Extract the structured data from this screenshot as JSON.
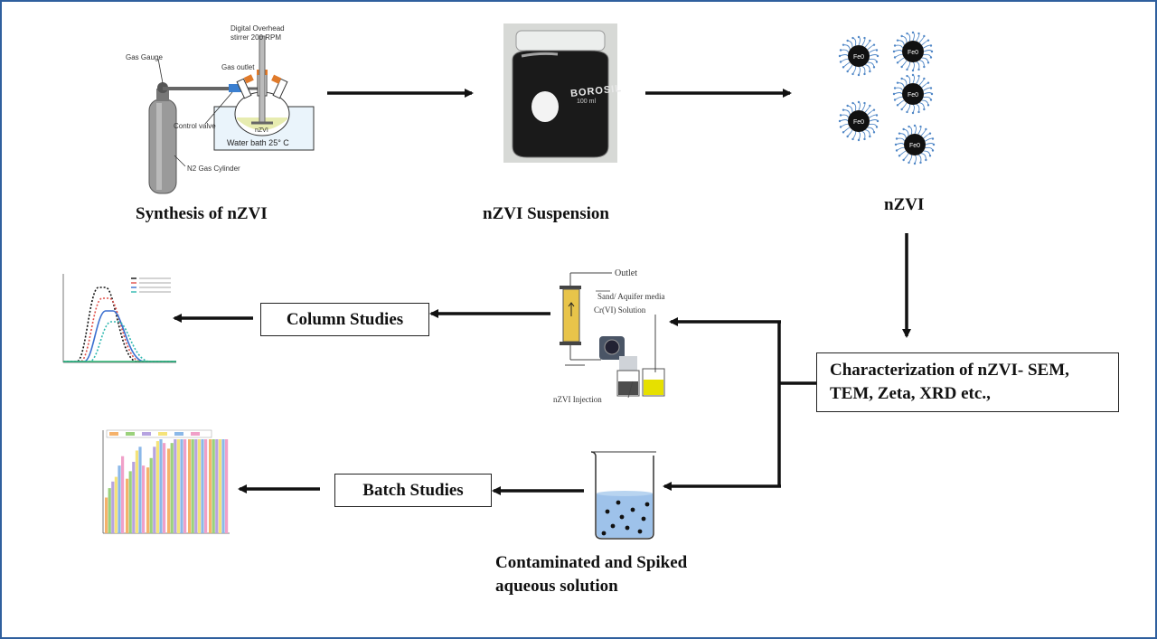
{
  "steps": {
    "synthesis": {
      "caption": "Synthesis of nZVI",
      "labels": {
        "gas_gauge": "Gas Gauge",
        "overhead": "Digital Overhead",
        "overhead_rpm": "stirrer 200 RPM",
        "gas_outlet": "Gas outlet",
        "control_valve": "Control valve",
        "nzvi": "nZVI",
        "water_bath": "Water bath 25° C",
        "cylinder": "N2 Gas Cylinder"
      }
    },
    "suspension": {
      "caption": "nZVI Suspension",
      "jar_label": "BOROSIL",
      "jar_sub": "100 ml"
    },
    "particles": {
      "caption": "nZVI",
      "particle_label": "Fe0"
    },
    "characterization": {
      "line1": "Characterization of nZVI- SEM,",
      "line2": "TEM, Zeta, XRD etc.,"
    },
    "column": {
      "caption": "Column Studies",
      "labels": {
        "outlet": "Outlet",
        "media": "Sand/ Aquifer media",
        "solution": "Cr(VI) Solution",
        "injection": "nZVI Injection"
      }
    },
    "batch": {
      "caption": "Batch Studies"
    },
    "aqueous": {
      "line1": "Contaminated and Spiked",
      "line2": "aqueous solution"
    }
  },
  "colors": {
    "frame": "#2f5f9e",
    "arrow": "#111111",
    "suspension": "#1a1a1a",
    "sand": "#e8c44a",
    "solution": "#e6e000",
    "water": "#9ec2ea"
  }
}
